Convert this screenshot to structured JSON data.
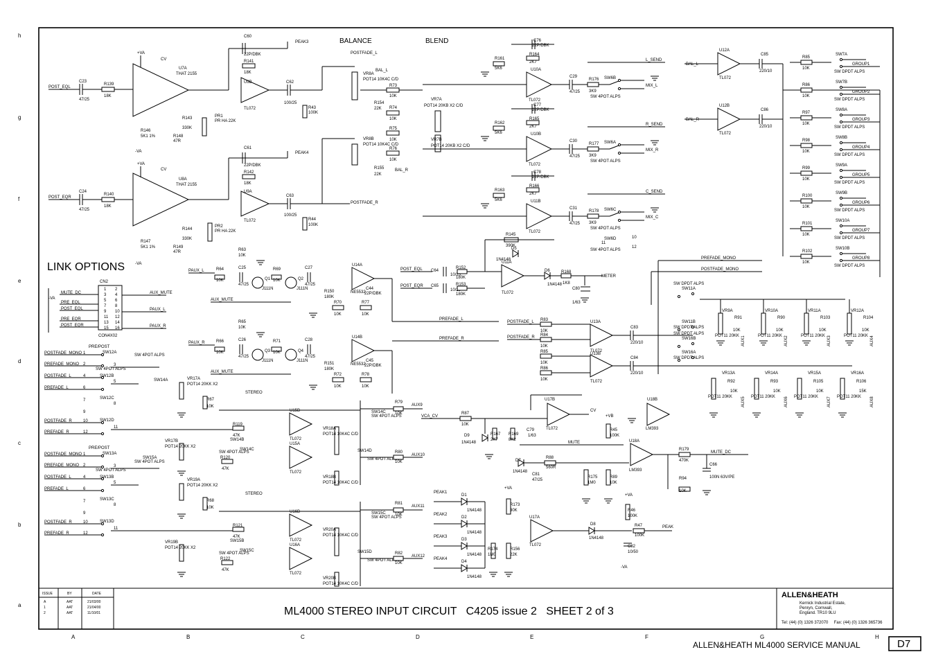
{
  "title_block": {
    "title": "ML4000 STEREO INPUT CIRCUIT   C4205 issue 2   SHEET 2 of 3",
    "company": "ALLEN&HEATH",
    "address": [
      "Kernick Industrial Estate,",
      "Penryn, Cornwall,",
      "England. TR10 9LU"
    ],
    "contact": "Tel: (44) (0) 1326 372070     Fax: (44) (0) 1326 365736",
    "issue_table": {
      "headers": [
        "ISSUE",
        "BY",
        "DATE"
      ],
      "rows": [
        [
          "A",
          "AAT",
          "21/03/00"
        ],
        [
          "1",
          "AAT",
          "21/04/00"
        ],
        [
          "2",
          "AAT",
          "11/10/01"
        ]
      ]
    }
  },
  "footer": {
    "manual": "ALLEN&HEATH ML4000 SERVICE MANUAL",
    "page": "D7"
  },
  "grid": {
    "rows": [
      "h",
      "g",
      "f",
      "e",
      "d",
      "c",
      "b",
      "a"
    ],
    "cols": [
      "A",
      "B",
      "C",
      "D",
      "E",
      "F",
      "G",
      "H"
    ]
  },
  "sections": {
    "link_options": "LINK OPTIONS",
    "balance": "BALANCE",
    "blend": "BLEND"
  },
  "link_options": {
    "connector": "CN2",
    "part": "CON4X02",
    "rows": [
      "MUTE_DC",
      "PRE_EQL",
      "POST_EQL",
      "PRE_EQR",
      "POST_EQR"
    ],
    "rails": [
      "-VA"
    ],
    "outputs": [
      "AUX_MUTE",
      "PAUX_L",
      "PAUX_R"
    ],
    "pins_left": [
      "1",
      "3",
      "5",
      "7",
      "9",
      "11",
      "13",
      "15"
    ],
    "pins_right": [
      "2",
      "4",
      "6",
      "8",
      "10",
      "12",
      "14",
      "16"
    ]
  },
  "input_stage": {
    "left": {
      "input": "POST_EQL",
      "cap": "C23",
      "cap_val": "47/25",
      "res": "R139",
      "res_val": "18K",
      "ic": "U7A",
      "ic_part": "THAT 2155",
      "cv": "CV",
      "rail": "+VA",
      "neg": "-VA",
      "out": "PEAK3",
      "fb_cap": "C60",
      "fb_cap_val": "22P/DBK",
      "fb_res": "R141",
      "fb_res_val": "18K",
      "opamp": "U9B",
      "opamp_part": "TL072",
      "out_cap": "C62",
      "out_cap_val": "100/25",
      "out_res": "R43",
      "out_res_val": "100K",
      "trim": "PR1",
      "trim_val": "PR HA 22K",
      "r143": "R143",
      "r143_val": "330K",
      "r146": "R146",
      "r146_val": "5K1 1%",
      "r148": "R148",
      "r148_val": "47R"
    },
    "right": {
      "input": "POST_EQR",
      "cap": "C24",
      "cap_val": "47/25",
      "res": "R140",
      "res_val": "18K",
      "ic": "U8A",
      "ic_part": "THAT 2155",
      "cv": "CV",
      "rail": "+VA",
      "neg": "-VA",
      "out": "PEAK4",
      "fb_cap": "C61",
      "fb_cap_val": "22P/DBK",
      "fb_res": "R142",
      "fb_res_val": "18K",
      "opamp": "U9A",
      "opamp_part": "TL072",
      "out_cap": "C63",
      "out_cap_val": "100/25",
      "out_res": "R44",
      "out_res_val": "100K",
      "trim": "PR2",
      "trim_val": "PR HA 22K",
      "r144": "R144",
      "r144_val": "330K",
      "r147": "R147",
      "r147_val": "5K1 1%",
      "r149": "R149",
      "r149_val": "47R"
    }
  },
  "balance_blend": {
    "postfade_l": "POSTFADE_L",
    "postfade_r": "POSTFADE_R",
    "bal_l": "BAL_L",
    "bal_r": "BAL_R",
    "vr8a": "VR8A",
    "vr8a_val": "POT14 10K4C C/D",
    "vr8b": "VR8B",
    "vr8b_val": "POT14 10K4C C/D",
    "vr7a": "VR7A",
    "vr7a_val": "POT14 20KB X2 C/D",
    "vr7b": "VR7B",
    "vr7b_val": "POT14 20KB X2 C/D",
    "resistors": [
      [
        "R73",
        "10K"
      ],
      [
        "R74",
        "10K"
      ],
      [
        "R154",
        "22K"
      ],
      [
        "R75",
        "10K"
      ],
      [
        "R76",
        "10K"
      ],
      [
        "R155",
        "22K"
      ]
    ]
  },
  "send_amps": [
    {
      "ic": "U10A",
      "part": "TL072",
      "cap": "C76",
      "cap_val": "22P/DBK",
      "rf": "R164",
      "rf_val": "2K7",
      "rin": "R161",
      "rin_val": "5K6",
      "cout": "C29",
      "cout_val": "47/25",
      "rs": "R176",
      "rs_val": "3K9",
      "sw": "SW6B",
      "sw_part": "SW 4POT ALPS",
      "send": "L_SEND",
      "mix": "MIX_L"
    },
    {
      "ic": "U10B",
      "part": "TL072",
      "cap": "C77",
      "cap_val": "22P/DBK",
      "rf": "R165",
      "rf_val": "2K7",
      "rin": "R162",
      "rin_val": "5K6",
      "cout": "C30",
      "cout_val": "47/25",
      "rs": "R177",
      "rs_val": "3K9",
      "sw": "SW6A",
      "sw_part": "SW 4POT ALPS",
      "send": "R_SEND",
      "mix": "MIX_R"
    },
    {
      "ic": "U11B",
      "part": "TL072",
      "cap": "C78",
      "cap_val": "22P/DBK",
      "rf": "R166",
      "rf_val": "2K7",
      "rin": "R163",
      "rin_val": "5K6",
      "cout": "C31",
      "cout_val": "47/25",
      "rs": "R178",
      "rs_val": "3K9",
      "sw": "SW6C",
      "sw_part": "SW 4POT ALPS",
      "send": "C_SEND",
      "mix": "MIX_C"
    }
  ],
  "sw6d": {
    "name": "SW6D",
    "part": "SW 4POT ALPS",
    "pins": [
      "10",
      "11",
      "12"
    ]
  },
  "group_section": {
    "buffers": [
      {
        "net": "BAL_L",
        "ic": "U12A",
        "part": "TL072",
        "cap": "C85",
        "cap_val": "220/10"
      },
      {
        "net": "BAL_R",
        "ic": "U12B",
        "part": "TL072",
        "cap": "C86",
        "cap_val": "220/10"
      }
    ],
    "groups": [
      {
        "res": "R85",
        "val": "10K",
        "sw": "SW7A",
        "out": "GROUP1"
      },
      {
        "res": "R86",
        "val": "10K",
        "sw": "SW7B",
        "out": "GROUP2"
      },
      {
        "res": "R97",
        "val": "10K",
        "sw": "SW8A",
        "out": "GROUP3"
      },
      {
        "res": "R98",
        "val": "10K",
        "sw": "SW8B",
        "out": "GROUP4"
      },
      {
        "res": "R99",
        "val": "10K",
        "sw": "SW9A",
        "out": "GROUP5"
      },
      {
        "res": "R100",
        "val": "10K",
        "sw": "SW9B",
        "out": "GROUP6"
      },
      {
        "res": "R101",
        "val": "10K",
        "sw": "SW10A",
        "out": "GROUP7"
      },
      {
        "res": "R102",
        "val": "10K",
        "sw": "SW10B",
        "out": "GROUP8"
      }
    ],
    "sw_part": "SW DPDT ALPS"
  },
  "paux": {
    "left": {
      "in": "PAUX_L",
      "mute": "AUX_MUTE",
      "r64": "R64",
      "r64_val": "10K",
      "c25": "C25",
      "c25_val": "47/25",
      "r63": "R63",
      "r63_val": "10K",
      "r69": "R69",
      "r69_val": "10K",
      "c27": "C27",
      "c27_val": "47/25",
      "q1": "Q1",
      "q2": "Q2",
      "fet": "J111N",
      "ic": "U14A",
      "part": "NE5532",
      "c44": "C44",
      "c44_val": "22P/DBK",
      "r77": "R77",
      "r77_val": "10K",
      "r70": "R70",
      "r70_val": "10K",
      "r150": "R150",
      "r150_val": "180K",
      "pref": "PREFADE_L"
    },
    "right": {
      "in": "PAUX_R",
      "mute": "AUX_MUTE",
      "r66": "R66",
      "r66_val": "10K",
      "c26": "C26",
      "c26_val": "47/25",
      "r65": "R65",
      "r65_val": "10K",
      "r71": "R71",
      "r71_val": "10K",
      "c28": "C28",
      "c28_val": "47/25",
      "q3": "Q3",
      "q4": "Q4",
      "fet": "J111N",
      "ic": "U14B",
      "part": "NE5532",
      "c45": "C45",
      "c45_val": "22P/DBK",
      "r78": "R78",
      "r78_val": "10K",
      "r72": "R72",
      "r72_val": "10K",
      "r151": "R151",
      "r151_val": "180K",
      "pref": "PREFADE_R"
    }
  },
  "meter": {
    "inputs": [
      "POST_EQL",
      "POST_EQR"
    ],
    "caps": [
      [
        "C64",
        "10/25"
      ],
      [
        "C65",
        "10/25"
      ]
    ],
    "res": [
      [
        "R152",
        "180K"
      ],
      [
        "R153",
        "180K"
      ]
    ],
    "r145": "R145",
    "r145_val": "390K",
    "d5": "D5",
    "d5_val": "1N4148",
    "ic": "U11A",
    "part": "TL072",
    "d6": "D6",
    "d6_val": "1N4148",
    "r168": "R168",
    "r168_val": "1K8",
    "c80": "C80",
    "c80_val": "1/63",
    "out": "METER"
  },
  "prefade_mono": {
    "nets": [
      "PREFADE_MONO",
      "POSTFADE_MONO",
      "POSTFADE_L",
      "POSTFADE_R",
      "PREFADE_L",
      "PREFADE_R"
    ],
    "res": [
      [
        "R83",
        "10K"
      ],
      [
        "R84",
        "10K"
      ],
      [
        "R85",
        "10K"
      ],
      [
        "R86",
        "10K"
      ]
    ],
    "u13a": "U13A",
    "u13b": "U13B",
    "part": "TL072",
    "c83": "C83",
    "c83_val": "220/10",
    "c84": "C84",
    "c84_val": "220/10",
    "switches": [
      "SW11A",
      "SW11B",
      "SW16B",
      "SW16A"
    ],
    "sw_part": "SW DPDT ALPS",
    "pots_top": [
      [
        "VR9A",
        "R91",
        "AUX1"
      ],
      [
        "VR10A",
        "R90",
        "AUX2"
      ],
      [
        "VR11A",
        "R103",
        "AUX3"
      ],
      [
        "VR12A",
        "R104",
        "AUX4"
      ]
    ],
    "pots_bottom": [
      [
        "VR13A",
        "R92",
        "AUX5"
      ],
      [
        "VR14A",
        "R93",
        "AUX6"
      ],
      [
        "VR15A",
        "R105",
        "AUX7"
      ],
      [
        "VR16A",
        "R106",
        "AUX8"
      ]
    ],
    "pot_part": "POT11 20KK",
    "pot_r_val": "10K",
    "last_r_val": "15K"
  },
  "aux_stereo": [
    {
      "label": "PRE/POST",
      "sw_a": "SW12A",
      "sw_b": "SW12B",
      "sw_c": "SW12C",
      "sw_d": "SW12D",
      "sw_part": "SW 4POT ALPS",
      "sw_main": "SW14A",
      "sw_main_part": "SW 4POT ALPS",
      "inputs": [
        "POSTFADE_MONO",
        "PREFADE_MONO",
        "POSTFADE_L",
        "PREFADE_L",
        "POSTFADE_R",
        "PREFADE_R"
      ],
      "pins": [
        "1",
        "2",
        "3",
        "4",
        "5",
        "6",
        "7",
        "8",
        "9",
        "10",
        "11",
        "12"
      ],
      "stereo": "STEREO",
      "vr_a": "VR17A",
      "vr_a_part": "POT14 20KK X2",
      "vr_b": "VR17B",
      "vr_b_part": "POT14 20KK X2",
      "r_a": "R67",
      "r_a_val": "10K",
      "ic_a": "U15B",
      "ic_b": "U15A",
      "ic_part": "TL072",
      "r119": "R119",
      "r119_val": "47K",
      "r120": "R120",
      "r120_val": "47K",
      "sw_b2": "SW14B",
      "sw_b2_part": "SW 4POT ALPS",
      "sw_c2": "SW14C",
      "sw_c2_part": "SW 4POT ALPS",
      "vr_c": "VR18A",
      "vr_c_part": "POT14 10K4C C/D",
      "vr_d": "VR18B",
      "vr_d_part": "POT14 10K4C C/D",
      "sw_d2": "SW14D",
      "sw_d2_part": "SW 4POT ALPS",
      "r_out1": "R79",
      "r_out1_val": "10K",
      "aux_out1": "AUX9",
      "r_out2": "R80",
      "r_out2_val": "10K",
      "aux_out2": "AUX10"
    },
    {
      "label": "PRE/POST",
      "sw_a": "SW13A",
      "sw_b": "SW13B",
      "sw_c": "SW13C",
      "sw_d": "SW13D",
      "sw_part": "SW 4POT ALPS",
      "sw_main": "SW15A",
      "sw_main_part": "SW 4POT ALPS",
      "inputs": [
        "POSTFADE_MONO",
        "PREFADE_MONO",
        "POSTFADE_L",
        "PREFADE_L",
        "POSTFADE_R",
        "PREFADE_R"
      ],
      "pins": [
        "1",
        "2",
        "3",
        "4",
        "5",
        "6",
        "7",
        "8",
        "9",
        "10",
        "11",
        "12"
      ],
      "stereo": "STEREO",
      "vr_a": "VR19A",
      "vr_a_part": "POT14 20KK X2",
      "vr_b": "VR19B",
      "vr_b_part": "POT14 20KK X2",
      "r_a": "R68",
      "r_a_val": "10K",
      "ic_a": "U16B",
      "ic_b": "U16A",
      "ic_part": "TL072",
      "r119": "R121",
      "r119_val": "47K",
      "r120": "R122",
      "r120_val": "47K",
      "sw_b2": "SW15B",
      "sw_b2_part": "SW 4POT ALPS",
      "sw_c2": "SW15C",
      "sw_c2_part": "SW 4POT ALPS",
      "vr_c": "VR20A",
      "vr_c_part": "POT14 10K4C C/D",
      "vr_d": "VR20B",
      "vr_d_part": "POT14 10K4C C/D",
      "sw_d2": "SW15D",
      "sw_d2_part": "SW 4POT ALPS",
      "r_out1": "R81",
      "r_out1_val": "10K",
      "aux_out1": "AUX11",
      "r_out2": "R82",
      "r_out2_val": "10K",
      "aux_out2": "AUX12"
    }
  ],
  "vca": {
    "in": "VCA_CV",
    "r87": "R87",
    "r87_val": "10K",
    "u17b": "U17B",
    "part": "TL072",
    "cv": "CV",
    "d9": "D9",
    "d9_val": "1N4148",
    "r167": "R167",
    "r167_val": "2K7",
    "r169": "R169",
    "r169_val": "8K2",
    "c79": "C79",
    "c79_val": "1/63",
    "u18b": "U18B",
    "u18b_part": "LM393",
    "vb": "+VB",
    "r45": "R45",
    "r45_val": "100K",
    "mute": "MUTE",
    "d7": "D7",
    "d7_val": "1N4148",
    "r88": "R88",
    "r88_val": "560R",
    "c81": "C81",
    "c81_val": "47/25",
    "r175": "R175",
    "r175_val": "1M0",
    "r89": "R89",
    "r89_val": "10K",
    "u18a": "U18A",
    "u18a_part": "LM393",
    "r179": "R179",
    "r179_val": "470K",
    "r94": "R94",
    "r94_val": "10K",
    "c66": "C66",
    "c66_val": "100N 63V/PE",
    "out": "MUTE_DC"
  },
  "peak": {
    "inputs": [
      "PEAK1",
      "PEAK2",
      "PEAK3",
      "PEAK4"
    ],
    "diodes": [
      "D1",
      "D2",
      "D3",
      "D4"
    ],
    "diode_val": "1N4148",
    "va": "+VA",
    "r173": "R173",
    "r173_val": "30K",
    "r174": "R174",
    "r174_val": "1M0",
    "r156": "R156",
    "r156_val": "22K",
    "ic": "U17A",
    "part": "TL072",
    "d8": "D8",
    "d8_val": "1N4148",
    "r46": "R46",
    "r46_val": "100K",
    "r47": "R47",
    "r47_val": "100K",
    "c82": "C82",
    "c82_val": "10/50",
    "neg": "-VA",
    "out": "PEAK"
  }
}
